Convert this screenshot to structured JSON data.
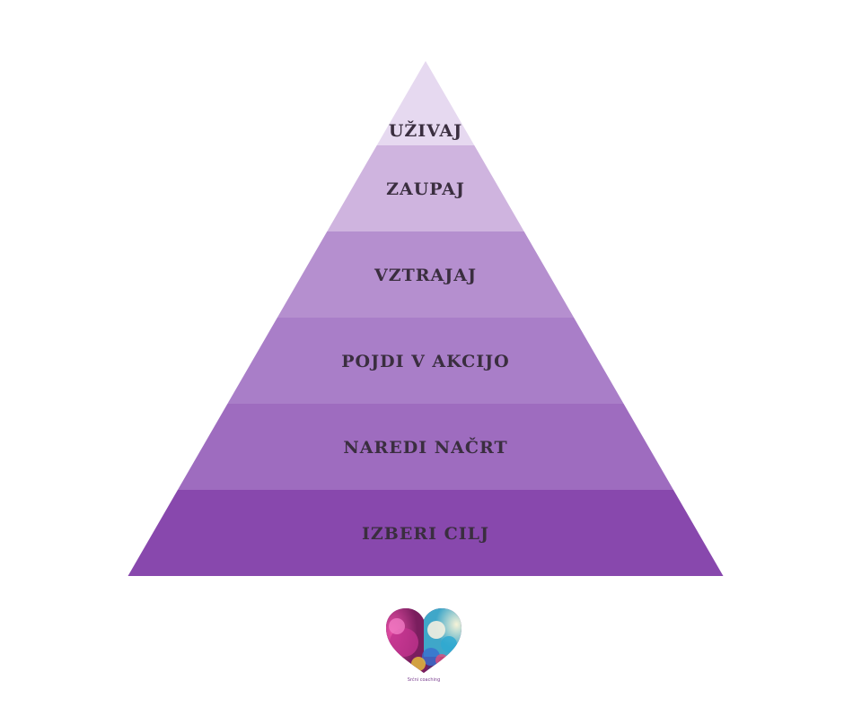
{
  "pyramid": {
    "tiers_top_to_bottom": [
      {
        "label": "UŽIVAJ",
        "color": "#e6d9f0"
      },
      {
        "label": "ZAUPAJ",
        "color": "#cfb4df"
      },
      {
        "label": "VZTRAJAJ",
        "color": "#b58fcf"
      },
      {
        "label": "POJDI V AKCIJO",
        "color": "#a97ec8"
      },
      {
        "label": "NAREDI NAČRT",
        "color": "#9e6cbf"
      },
      {
        "label": "IZBERI CILJ",
        "color": "#8848ad"
      }
    ]
  },
  "logo": {
    "caption": "Srčni coaching"
  }
}
